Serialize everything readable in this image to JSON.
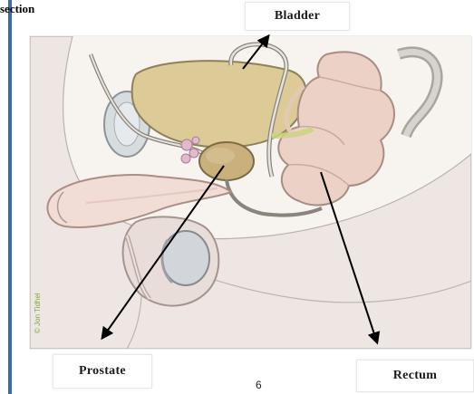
{
  "page": {
    "section_label": "section",
    "page_number": "6"
  },
  "figure": {
    "credit": "© Jon Tidhel",
    "labels": {
      "bladder": "Bladder",
      "prostate": "Prostate",
      "rectum": "Rectum"
    }
  },
  "colors": {
    "accent_rule": "#3f6aa8",
    "bladder": "#dccb96",
    "prostate": "#c9b07c",
    "rectum": "#ecd2c6",
    "skin": "#f2dcd6",
    "credit": "#7fa63a"
  }
}
